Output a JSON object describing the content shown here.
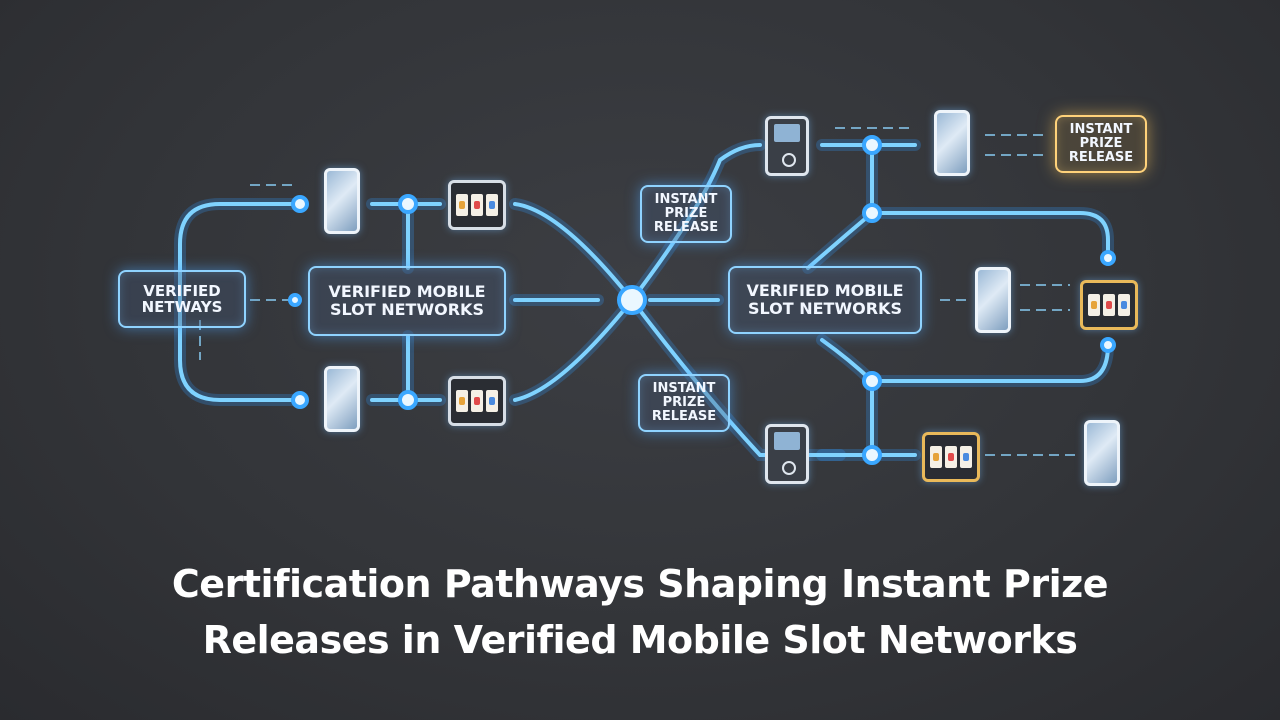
{
  "diagram": {
    "left_label": {
      "line1": "VERIFIED",
      "line2": "NETWAYS"
    },
    "center_left_label": {
      "line1": "VERIFIED MOBILE",
      "line2": "SLOT NETWORKS"
    },
    "center_right_label": {
      "line1": "VERIFIED MOBILE",
      "line2": "SLOT NETWORKS"
    },
    "prize_top": {
      "line1": "INSTANT",
      "line2": "PRIZE",
      "line3": "RELEASE"
    },
    "prize_bottom": {
      "line1": "INSTANT",
      "line2": "PRIZE",
      "line3": "RELEASE"
    },
    "prize_gold": {
      "line1": "INSTANT",
      "line2": "PRIZE",
      "line3": "RELEASE"
    },
    "colors": {
      "wire": "#7fd3ff",
      "node": "#eaf7ff",
      "gold": "#ffd27a",
      "background": "#333539"
    }
  },
  "title": {
    "line1": "Certification Pathways Shaping Instant Prize",
    "line2": "Releases in Verified Mobile Slot Networks"
  }
}
